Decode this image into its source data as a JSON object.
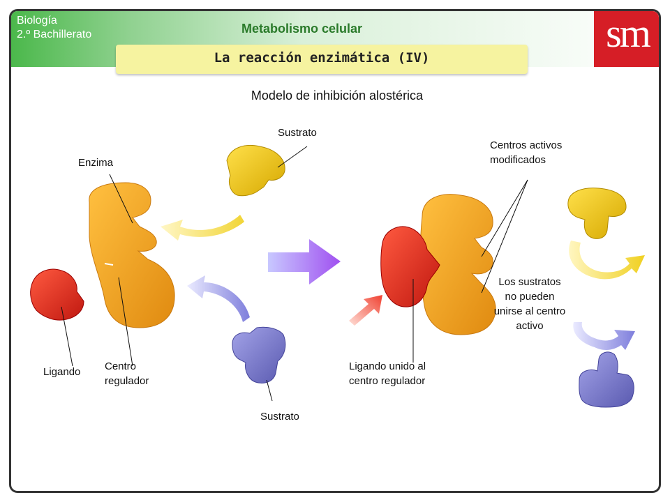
{
  "header": {
    "subject_line1": "Biología",
    "subject_line2": "2.º Bachillerato",
    "unit_title": "Metabolismo celular",
    "slide_title": "La reacción enzimática (IV)",
    "logo_text": "sm"
  },
  "subtitle": "Modelo de inhibición alostérica",
  "labels": {
    "enzima": "Enzima",
    "sustrato_top": "Sustrato",
    "sustrato_bottom": "Sustrato",
    "ligando": "Ligando",
    "centro_regulador_1": "Centro",
    "centro_regulador_2": "regulador",
    "ligando_unido_1": "Ligando unido al",
    "ligando_unido_2": "centro regulador",
    "centros_activos_1": "Centros activos",
    "centros_activos_2": "modificados",
    "no_pueden_1": "Los sustratos",
    "no_pueden_2": "no pueden",
    "no_pueden_3": "unirse al centro",
    "no_pueden_4": "activo"
  },
  "colors": {
    "enzyme": "#f0a020",
    "substrate_yellow": "#f2c814",
    "substrate_purple": "#7f7fd0",
    "ligand": "#e02a20",
    "header_green": "#4bb84b",
    "logo_red": "#d61e26",
    "title_bar": "#f6f3a0"
  }
}
